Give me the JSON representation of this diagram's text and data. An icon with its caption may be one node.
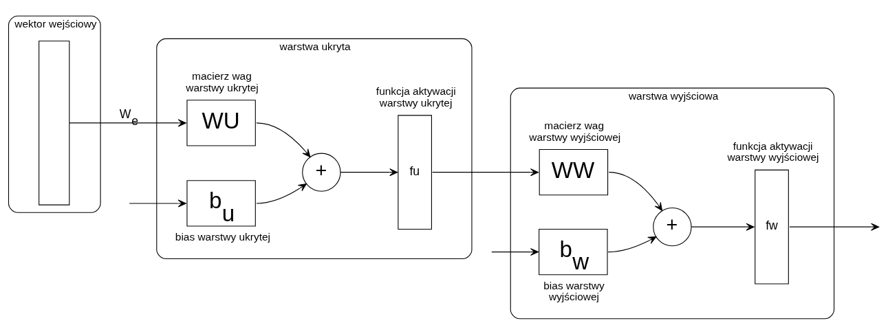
{
  "diagram": {
    "nodes": [
      {
        "text": [
          "wektor wejściowy"
        ]
      },
      {
        "text": [],
        "shape": "box",
        "in": 0
      },
      {
        "text": [
          "warstwa ukryta"
        ]
      },
      {
        "text": [
          "macierz wag warstwy ukrytej",
          "WU"
        ],
        "in": 2
      },
      {
        "text": [
          "b$_{u}$",
          "bias warstwy ukrytej"
        ],
        "in": 2
      },
      {
        "text": [
          "+"
        ],
        "in": 2
      },
      {
        "text": [
          "funkcja aktywacji warstwy ukrytej",
          "fu"
        ],
        "in": 2
      },
      {
        "text": [
          "warstwa wyjściowa"
        ]
      },
      {
        "text": [
          "macierz wag warstwy wyjściowej",
          "WW"
        ],
        "in": 7
      },
      {
        "text": [
          "b$_{w}$",
          "bias warstwy wyjściowej"
        ],
        "in": 7
      },
      {
        "text": [
          "+"
        ],
        "in": 7
      },
      {
        "text": [
          "funkcja aktywacji warstwy wyjściowej",
          "fw"
        ],
        "in": 7
      }
    ],
    "edges": [
      {
        "from": 1,
        "to": 3,
        "arrow": "to",
        "label": "W$_{e}$"
      },
      {
        "from": null,
        "to": 4,
        "arrow": "to"
      },
      {
        "from": 3,
        "to": 5,
        "arrow": "to"
      },
      {
        "from": 4,
        "to": 5,
        "arrow": "to"
      },
      {
        "from": 5,
        "to": 6,
        "arrow": "to"
      },
      {
        "from": 6,
        "to": 8,
        "arrow": "to"
      },
      {
        "from": null,
        "to": 9,
        "arrow": "to"
      },
      {
        "from": 8,
        "to": 10,
        "arrow": "to"
      },
      {
        "from": 9,
        "to": 10,
        "arrow": "to"
      },
      {
        "from": 10,
        "to": 11,
        "arrow": "to"
      },
      {
        "from": 11,
        "to": null,
        "arrow": "to"
      }
    ]
  }
}
